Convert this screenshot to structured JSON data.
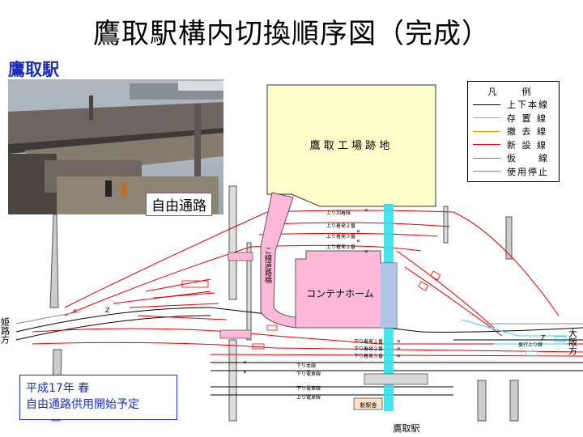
{
  "title": "鷹取駅構内切換順序図（完成）",
  "photo": {
    "label": "鷹取駅",
    "caption": "自由通路"
  },
  "legend": {
    "title": "凡　例",
    "items": [
      {
        "label": "上下本線",
        "color": "#000000"
      },
      {
        "label": "存 置 線",
        "color": "#33ccff"
      },
      {
        "label": "撤 去 線",
        "color": "#e6a000"
      },
      {
        "label": "新 設 線",
        "color": "#e00000"
      },
      {
        "label": "仮　　線",
        "color": "#00cc00"
      },
      {
        "label": "使用停止",
        "color": "#888888"
      }
    ]
  },
  "areas": {
    "factory": "鷹 取 工 場 跡 地",
    "container_home": "コンテナホーム",
    "bridge": "こ線道路橋",
    "new_station": "新駅舎",
    "station": "鷹取駅"
  },
  "directions": {
    "west": "姫路方",
    "east": "大阪方"
  },
  "track_labels": {
    "up_arrival": "上り到着線",
    "up_shunt2": "上り着発２番",
    "up_shunt3": "上り着発３番",
    "up_shunt1": "上り着発１番",
    "down_shunt1": "下り着発１番",
    "down_shunt2": "下り着発２番",
    "down_shunt3": "下り着発３番",
    "down_main": "下り本線",
    "down_local": "下り電車線",
    "down_local2": "下り電車線",
    "up_local": "上り電車線",
    "up_main_east": "東行上り線"
  },
  "note": {
    "line1": "平成17年 春",
    "line2": "自由通路供用開始予定"
  }
}
